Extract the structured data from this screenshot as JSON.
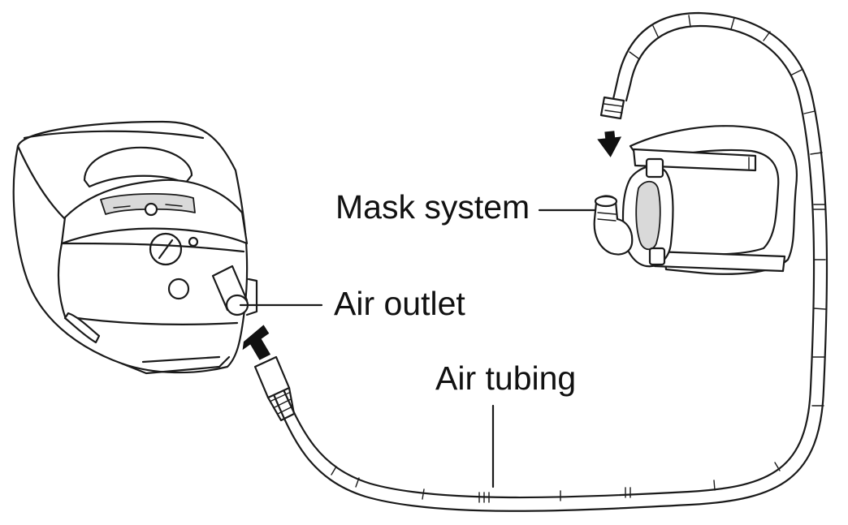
{
  "labels": {
    "mask_system": "Mask system",
    "air_outlet": "Air outlet",
    "air_tubing": "Air tubing"
  },
  "components": {
    "device": "cpap-device-icon",
    "mask": "mask-system-icon",
    "tubing": "air-tubing-icon",
    "arrow_device": "insert-arrow-icon",
    "arrow_mask": "insert-arrow-icon"
  },
  "colors": {
    "line": "#1a1a1a",
    "fill": "#ffffff",
    "shade": "#d9d9d9"
  }
}
